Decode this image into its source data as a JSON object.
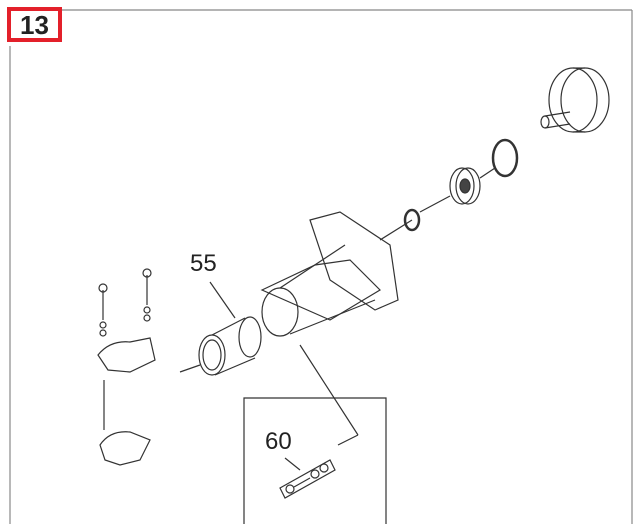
{
  "section_number": "13",
  "callouts": [
    {
      "label": "55"
    },
    {
      "label": "60"
    }
  ]
}
